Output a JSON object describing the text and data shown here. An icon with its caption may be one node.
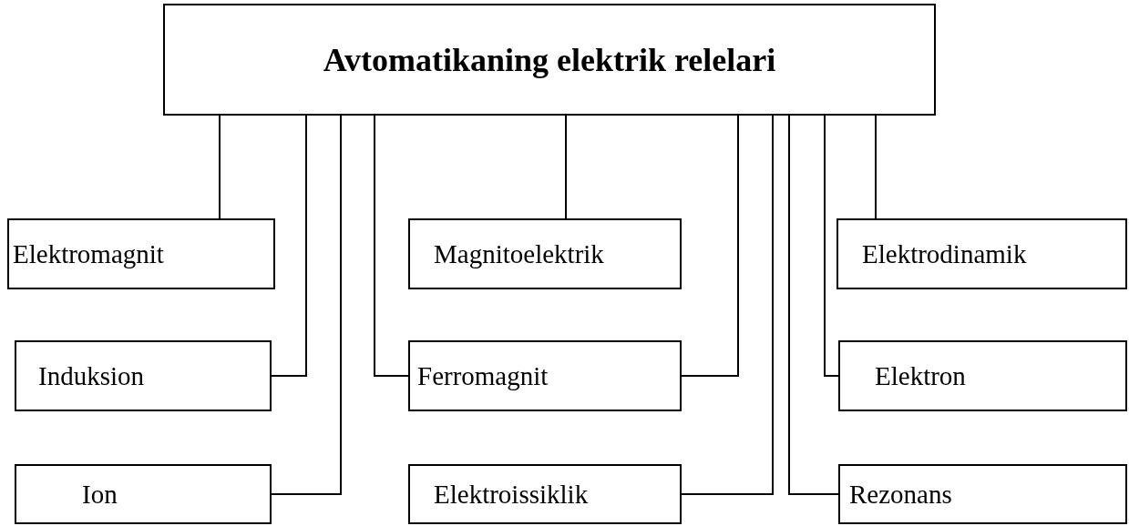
{
  "diagram": {
    "nodes": [
      {
        "text": [
          "Avtomatikaning elektrik relelari"
        ]
      },
      {
        "text": [
          "Elektromagnit"
        ]
      },
      {
        "text": [
          "Magnitoelektrik"
        ]
      },
      {
        "text": [
          "Elektrodinamik"
        ]
      },
      {
        "text": [
          "Induksion"
        ]
      },
      {
        "text": [
          "Ferromagnit"
        ]
      },
      {
        "text": [
          "Elektron"
        ]
      },
      {
        "text": [
          "Ion"
        ]
      },
      {
        "text": [
          "Elektroissiklik"
        ]
      },
      {
        "text": [
          "Rezonans"
        ]
      }
    ],
    "edges": [
      {
        "from": 0,
        "to": 1,
        "arrow": "none"
      },
      {
        "from": 0,
        "to": 4,
        "arrow": "none"
      },
      {
        "from": 0,
        "to": 7,
        "arrow": "none"
      },
      {
        "from": 0,
        "to": 5,
        "arrow": "none"
      },
      {
        "from": 0,
        "to": 2,
        "arrow": "none"
      },
      {
        "from": 0,
        "to": 5,
        "arrow": "none"
      },
      {
        "from": 0,
        "to": 8,
        "arrow": "none"
      },
      {
        "from": 0,
        "to": 9,
        "arrow": "none"
      },
      {
        "from": 0,
        "to": 6,
        "arrow": "none"
      },
      {
        "from": 0,
        "to": 3,
        "arrow": "none"
      }
    ]
  }
}
